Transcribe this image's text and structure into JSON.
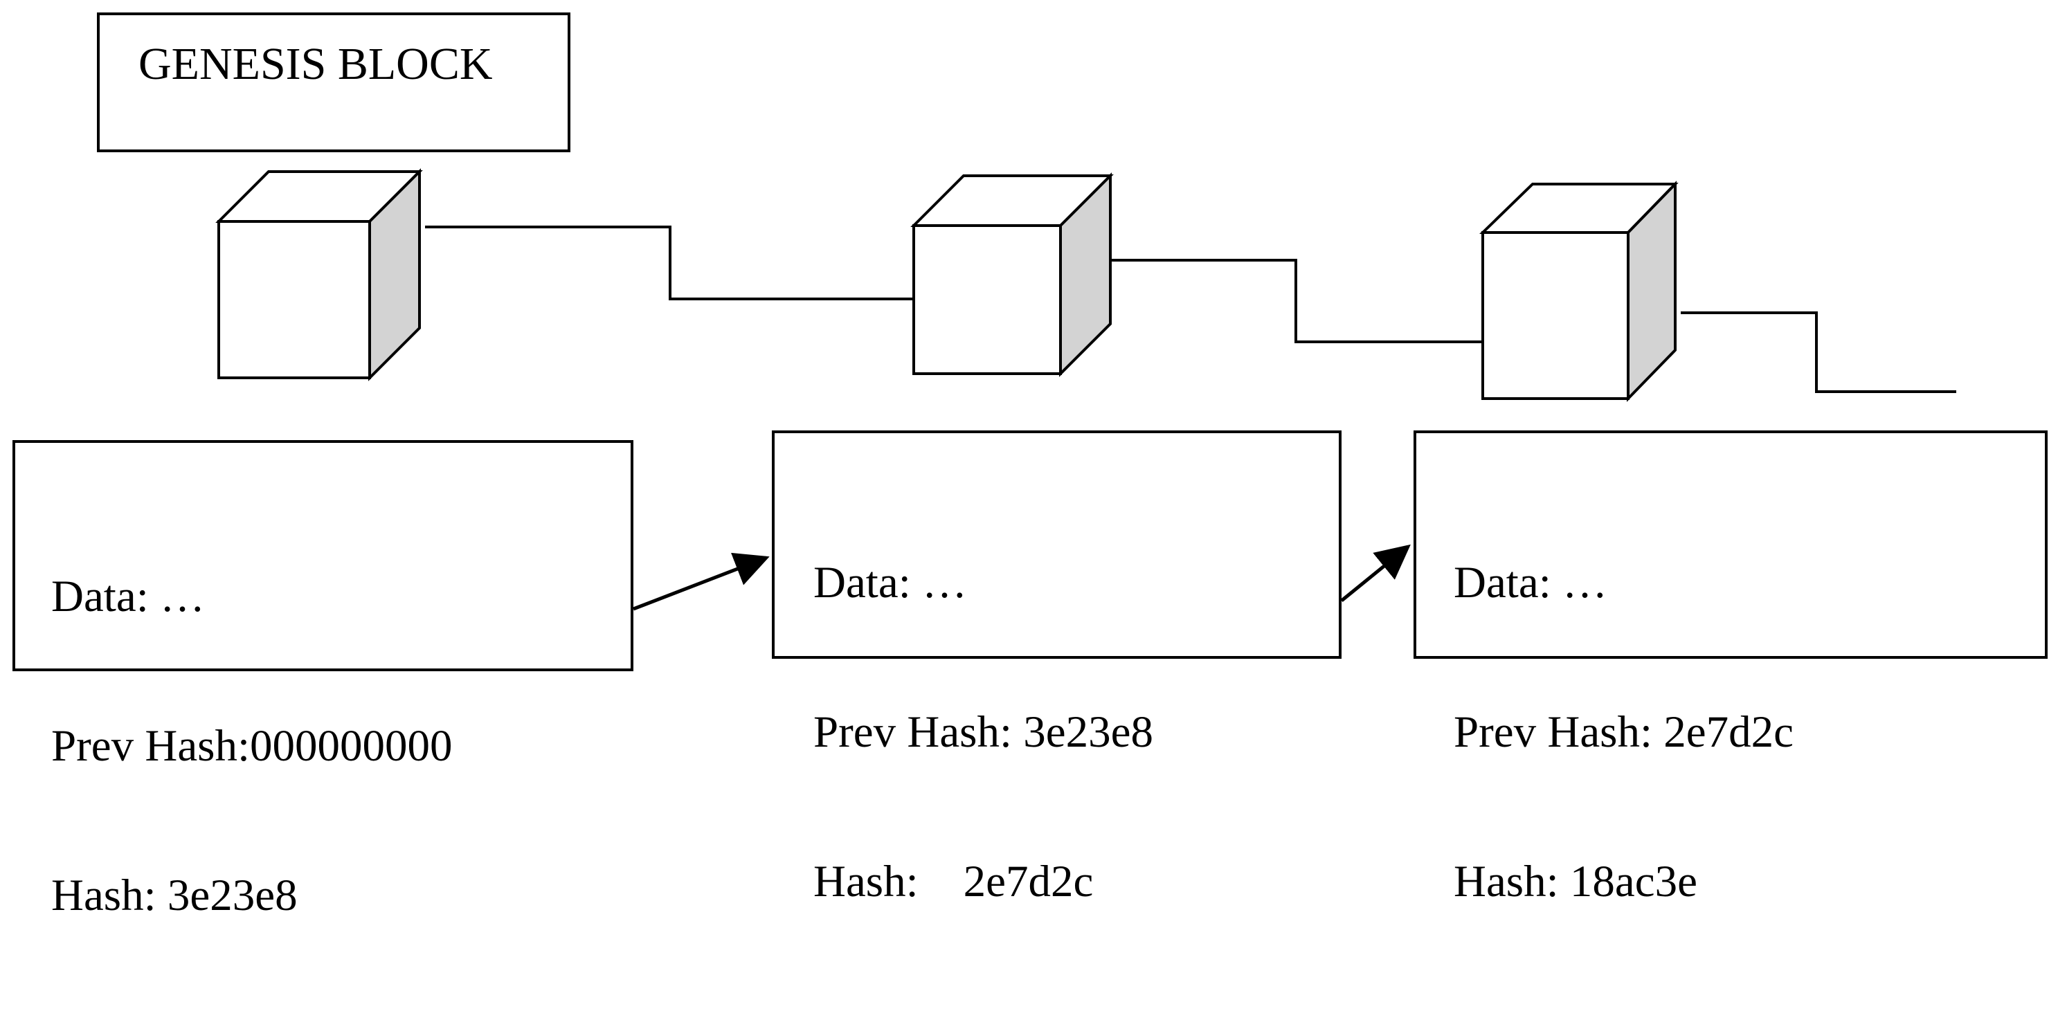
{
  "genesis": {
    "label": "GENESIS BLOCK"
  },
  "blocks": [
    {
      "data": "Data: …",
      "prev_hash": "Prev Hash:000000000",
      "hash": "Hash: 3e23e8"
    },
    {
      "data": "Data: …",
      "prev_hash": "Prev Hash: 3e23e8",
      "hash": "Hash:    2e7d2c"
    },
    {
      "data": "Data: …",
      "prev_hash": "Prev Hash: 2e7d2c",
      "hash": "Hash: 18ac3e"
    }
  ],
  "colors": {
    "stroke": "#000000",
    "cube_face": "#ffffff",
    "cube_side": "#d3d3d3"
  }
}
